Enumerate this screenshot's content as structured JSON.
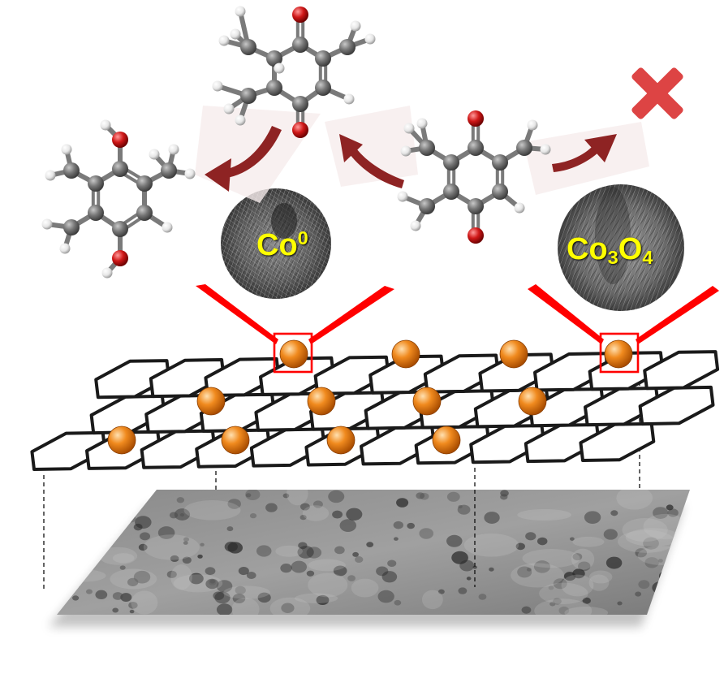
{
  "labels": {
    "co0": {
      "main": "Co",
      "sup": "0"
    },
    "co3o4": {
      "el1": "Co",
      "sub1": "3",
      "el2": "O",
      "sub2": "4"
    }
  },
  "icons": {
    "rejected": "x-icon"
  },
  "colors": {
    "carbon": "#6e6e6e",
    "oxygen": "#cc1111",
    "hydrogen": "#e8e8e8",
    "arrow": "#8e2323",
    "highlight": "#ff0000",
    "nanoparticle": "#e8801a",
    "lattice": "#1a1a1a",
    "label": "#ffff00",
    "reject": "#dd4444"
  }
}
